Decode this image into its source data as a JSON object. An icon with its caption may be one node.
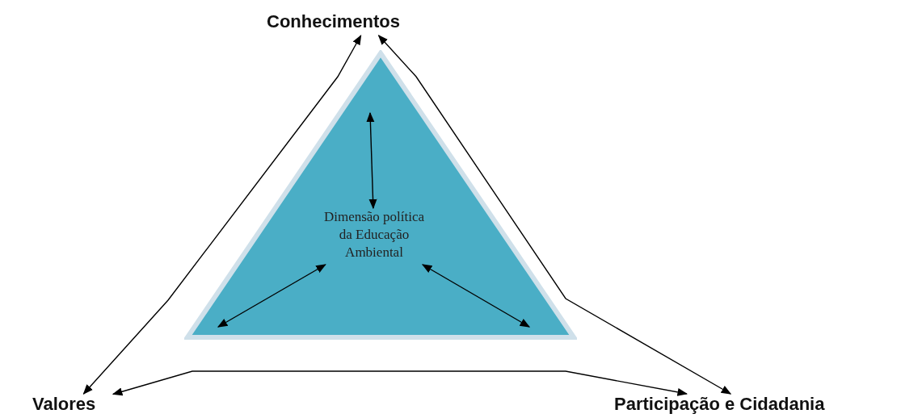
{
  "diagram": {
    "nodes": [
      {
        "text": [
          "Conhecimentos"
        ]
      },
      {
        "text": [
          "Valores"
        ]
      },
      {
        "text": [
          "Participação e Cidadania"
        ]
      },
      {
        "text": [],
        "shape": "triangle"
      },
      {
        "text": [
          "Dimensão política da Educação Ambiental"
        ],
        "in": 3
      }
    ],
    "edges": [
      {
        "from": 0,
        "to": 1,
        "arrow": "both"
      },
      {
        "from": 0,
        "to": 2,
        "arrow": "both"
      },
      {
        "from": 1,
        "to": 2,
        "arrow": "both"
      },
      {
        "from": 4,
        "to": null,
        "arrow": "both"
      },
      {
        "from": 4,
        "to": null,
        "arrow": "both"
      },
      {
        "from": 4,
        "to": null,
        "arrow": "both"
      }
    ]
  }
}
